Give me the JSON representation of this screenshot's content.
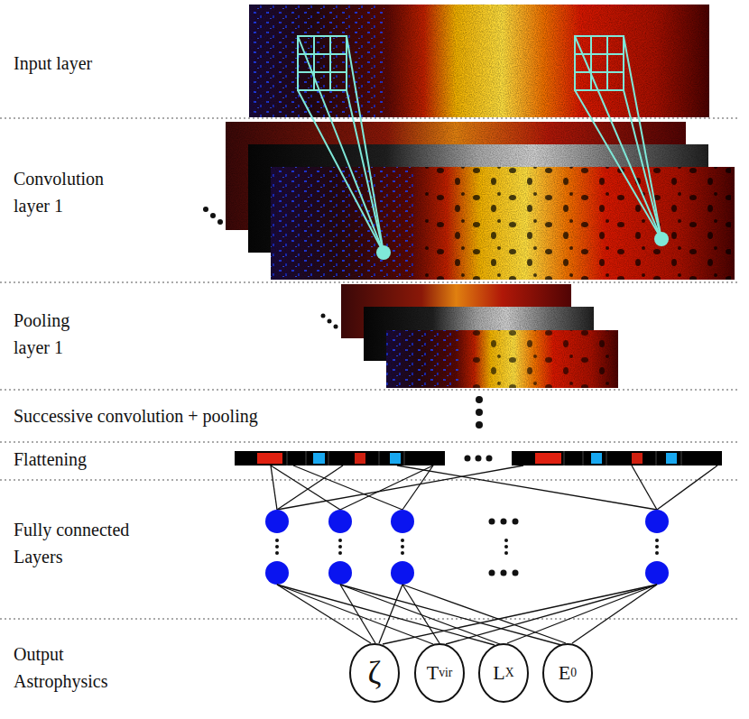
{
  "diagram": {
    "nodes": [
      {
        "text": [
          "ζ"
        ]
      },
      {
        "text": [
          "Tvir"
        ]
      },
      {
        "text": [
          "LX"
        ]
      },
      {
        "text": [
          "E0"
        ]
      }
    ],
    "labels": [
      "Input layer",
      "Convolution layer 1",
      "Pooling layer 1",
      "Successive convolution + pooling",
      "Flattening",
      "Fully connected Layers",
      "Output Astrophysics"
    ]
  }
}
